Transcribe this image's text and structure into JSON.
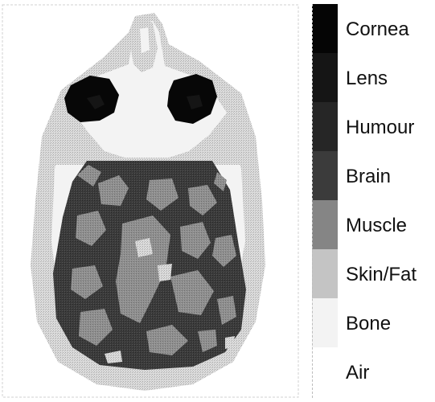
{
  "legend": {
    "items": [
      {
        "label": "Cornea",
        "color": "#050505"
      },
      {
        "label": "Lens",
        "color": "#151515"
      },
      {
        "label": "Humour",
        "color": "#262626"
      },
      {
        "label": "Brain",
        "color": "#3b3b3b"
      },
      {
        "label": "Muscle",
        "color": "#858585"
      },
      {
        "label": "Skin/Fat",
        "color": "#c4c4c4"
      },
      {
        "label": "Bone",
        "color": "#f3f3f3"
      },
      {
        "label": "Air",
        "color": "#ffffff"
      }
    ]
  },
  "figure": {
    "tissue_colors": {
      "brain": "#3b3b3b",
      "muscle": "#858585",
      "skin_fat": "#c4c4c4",
      "bone": "#f3f3f3",
      "eye": "#070707",
      "air": "#ffffff"
    }
  }
}
